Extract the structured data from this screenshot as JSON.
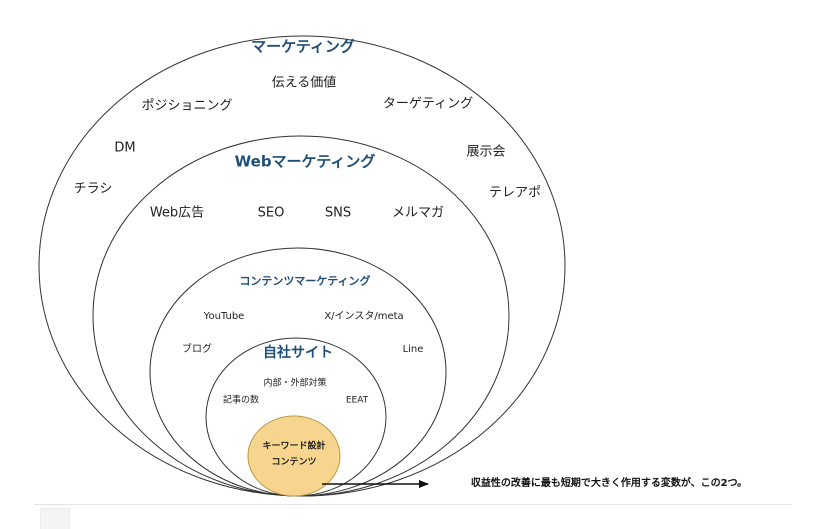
{
  "colors": {
    "line": "#333333",
    "heading": "#1f4e79",
    "text": "#222222",
    "core_fill": "#f7d58f",
    "core_stroke": "#b9973f"
  },
  "marketing": {
    "title": "マーケティング",
    "items": {
      "value": "伝える価値",
      "positioning": "ポジショニング",
      "targeting": "ターゲティング",
      "dm": "DM",
      "exhibition": "展示会",
      "flyer": "チラシ",
      "teleapo": "テレアポ"
    }
  },
  "web_marketing": {
    "title": "Webマーケティング",
    "items": {
      "web_ads": "Web広告",
      "seo": "SEO",
      "sns": "SNS",
      "mail_magazine": "メルマガ"
    }
  },
  "content_marketing": {
    "title": "コンテンツマーケティング",
    "items": {
      "youtube": "YouTube",
      "x_insta_meta": "X/インスタ/meta",
      "blog": "ブログ",
      "line": "Line"
    }
  },
  "own_site": {
    "title": "自社サイト",
    "items": {
      "internal_external": "内部・外部対策",
      "article_count": "記事の数",
      "eeat": "EEAT"
    }
  },
  "core": {
    "line1": "キーワード設計",
    "line2": "コンテンツ"
  },
  "annotation": "収益性の改善に最も短期で大きく作用する変数が、この2つ。"
}
